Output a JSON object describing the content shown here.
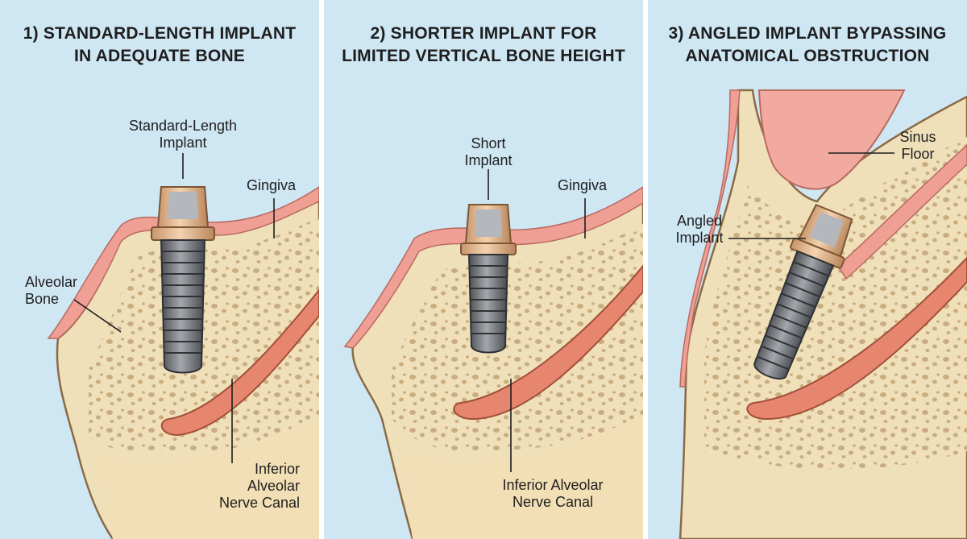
{
  "panels": [
    {
      "title": [
        "1) STANDARD-LENGTH IMPLANT",
        "IN ADEQUATE BONE"
      ],
      "labels": {
        "implant": [
          "Standard-Length",
          "Implant"
        ],
        "gingiva": [
          "Gingiva"
        ],
        "bone": [
          "Alveolar",
          "Bone"
        ],
        "nerve": [
          "Inferior",
          "Alveolar",
          "Nerve Canal"
        ]
      }
    },
    {
      "title": [
        "2) SHORTER IMPLANT FOR",
        "LIMITED VERTICAL BONE HEIGHT"
      ],
      "labels": {
        "implant": [
          "Short",
          "Implant"
        ],
        "gingiva": [
          "Gingiva"
        ],
        "nerve": [
          "Inferior Alveolar",
          "Nerve Canal"
        ]
      }
    },
    {
      "title": [
        "3) ANGLED IMPLANT BYPASSING",
        "ANATOMICAL OBSTRUCTION"
      ],
      "labels": {
        "sinus": [
          "Sinus",
          "Floor"
        ],
        "implant": [
          "Angled",
          "Implant"
        ]
      }
    }
  ],
  "colors": {
    "background": "#cfe6f3",
    "bone": "#efe0ba",
    "bone_outline": "#8a6a45",
    "bone_cells": "#c9ad7f",
    "gingiva": "#ef9f94",
    "nerve": "#e7866e",
    "sinus": "#f2aaa0",
    "abutment": "#e2b98e",
    "implant_body": "#6a6d72"
  }
}
